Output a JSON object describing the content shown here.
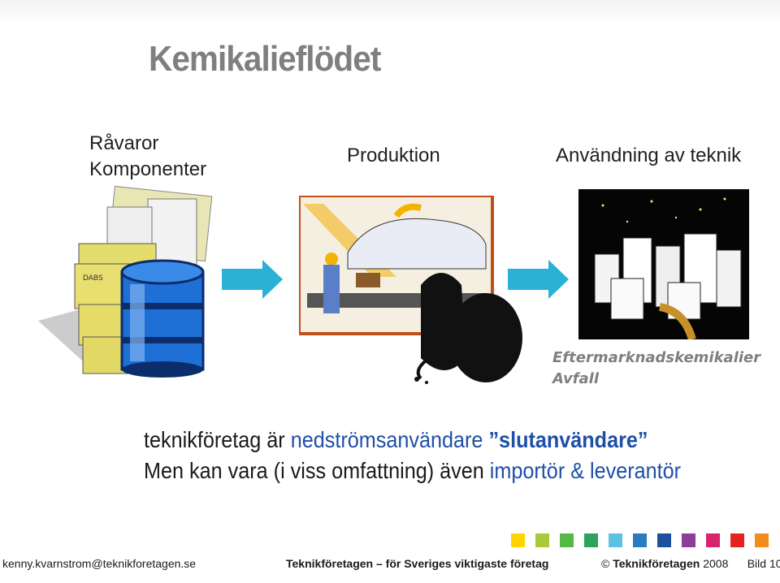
{
  "title": "Kemikalieflödet",
  "stages": {
    "raw_line1": "Råvaror",
    "raw_line2": "Komponenter",
    "production": "Produktion",
    "usage": "Användning av teknik"
  },
  "aftermarket": "Eftermarknadskemikalier",
  "waste": "Avfall",
  "body": {
    "line1_a": "teknikföretag är ",
    "line1_b": "nedströmsanvändare ",
    "line1_c": "”slutanvändare”",
    "line2_a": "Men kan vara (i viss omfattning) även ",
    "line2_b": "importör & leverantör"
  },
  "footer": {
    "email": "kenny.kvarnstrom@teknikforetagen.se",
    "tagline": "Teknikföretagen – för Sveriges viktigaste företag",
    "copyright_prefix": "© ",
    "copyright_org": "Teknikföretagen",
    "copyright_year": " 2008",
    "slide": "Bild 10"
  },
  "colors": {
    "arrow": "#2bb0d6",
    "accent_blue": "#1f4fa8",
    "squares": [
      "#ffd400",
      "#a8c93a",
      "#55b948",
      "#2da35c",
      "#5bc3e0",
      "#2a7bbf",
      "#1e4f9c",
      "#8b3f96",
      "#d6246e",
      "#e52421",
      "#f28c1c"
    ]
  }
}
